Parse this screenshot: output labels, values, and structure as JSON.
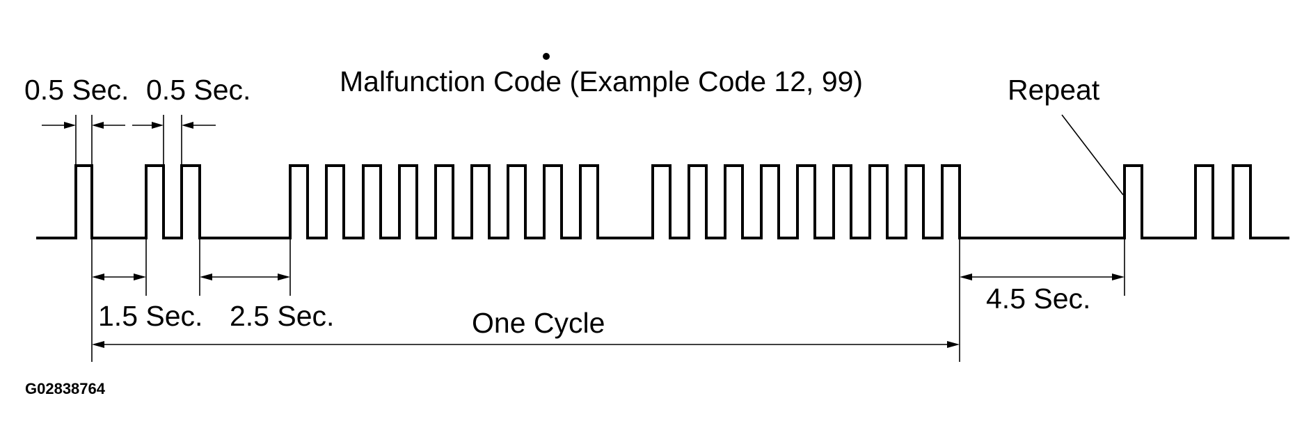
{
  "title": "Malfunction Code (Example Code 12, 99)",
  "labels": {
    "pulse_width_1": "0.5 Sec.",
    "pulse_width_2": "0.5 Sec.",
    "gap_1_5": "1.5 Sec.",
    "gap_2_5": "2.5 Sec.",
    "one_cycle": "One Cycle",
    "gap_4_5": "4.5 Sec.",
    "repeat": "Repeat"
  },
  "figure_id": "G02838764"
}
